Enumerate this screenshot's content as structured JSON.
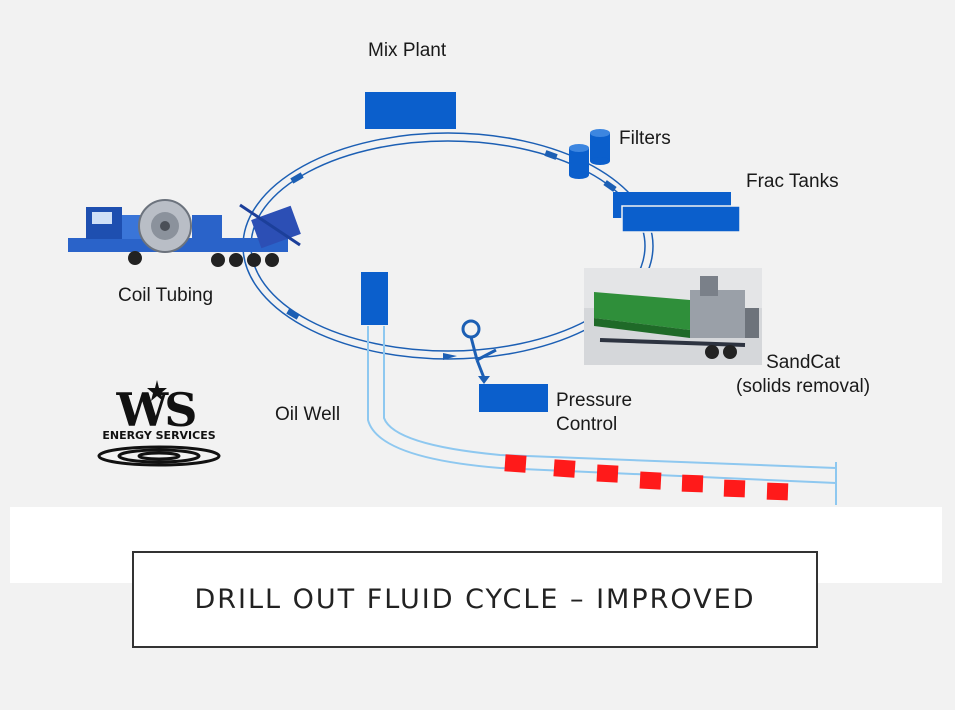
{
  "labels": {
    "mix_plant": "Mix Plant",
    "filters": "Filters",
    "frac_tanks": "Frac Tanks",
    "coil_tubing": "Coil Tubing",
    "sandcat": "SandCat\n(solids removal)",
    "oil_well": "Oil Well",
    "pressure_control": "Pressure\nControl"
  },
  "logo": {
    "letters": "WS",
    "caption": "ENERGY SERVICES"
  },
  "title": "DRILL OUT FLUID CYCLE – IMPROVED",
  "colors": {
    "equipment_blue": "#0b5fcc",
    "loop_line": "#1c5fb4",
    "well_line": "#8ec8f0",
    "plug_red": "#ff1a1a",
    "background": "#f2f2f2"
  }
}
